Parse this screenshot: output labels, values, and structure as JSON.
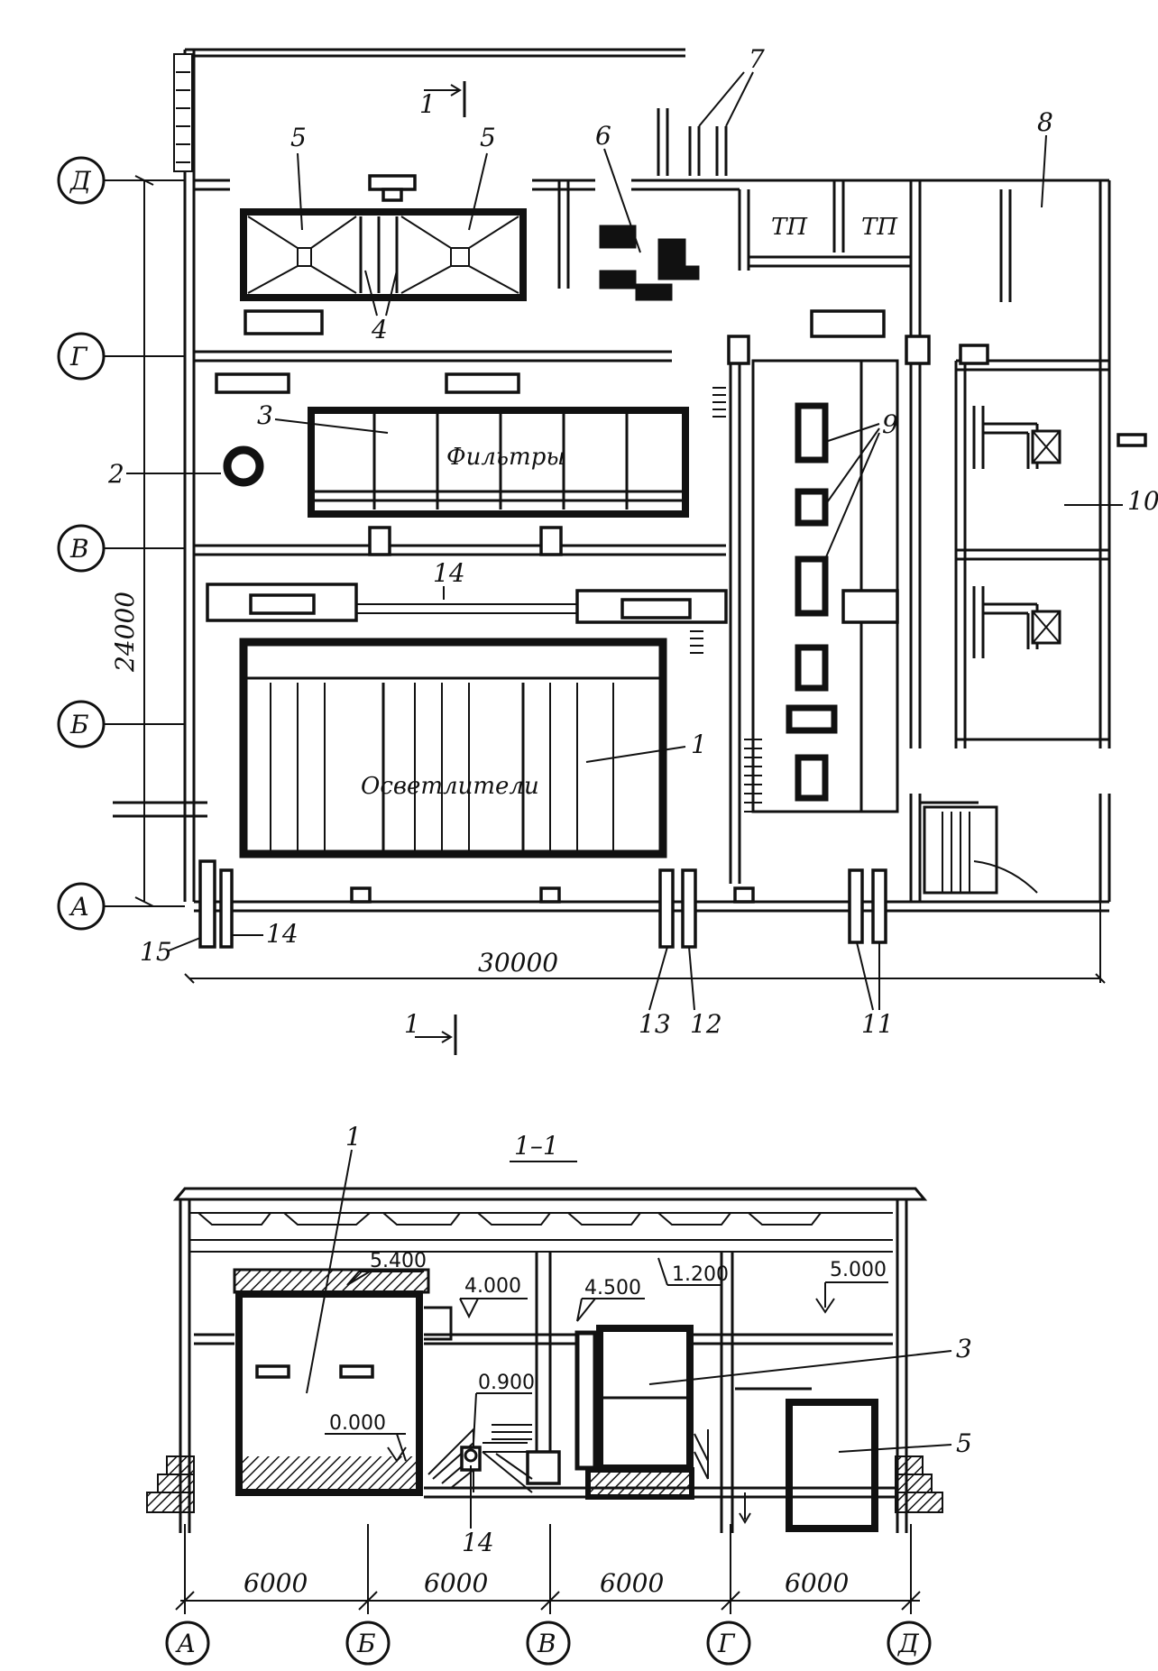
{
  "plan": {
    "axes_rows": [
      "Д",
      "Г",
      "В",
      "Б",
      "А"
    ],
    "width_dim": "30000",
    "height_dim": "24000",
    "section_mark": "1",
    "room_labels": {
      "filters": "Фильтры",
      "clarifiers": "Осветлители",
      "tp1": "ТП",
      "tp2": "ТП"
    },
    "callouts": [
      "1",
      "2",
      "3",
      "4",
      "5",
      "5",
      "6",
      "7",
      "8",
      "9",
      "10",
      "11",
      "12",
      "13",
      "14",
      "14",
      "15"
    ]
  },
  "section": {
    "title": "1–1",
    "axes": [
      "А",
      "Б",
      "В",
      "Г",
      "Д"
    ],
    "spans": [
      "6000",
      "6000",
      "6000",
      "6000"
    ],
    "elevations": [
      "5.400",
      "4.000",
      "4.500",
      "1.200",
      "5.000",
      "0.900",
      "0.000"
    ],
    "callouts": [
      "1",
      "3",
      "5",
      "14"
    ]
  }
}
